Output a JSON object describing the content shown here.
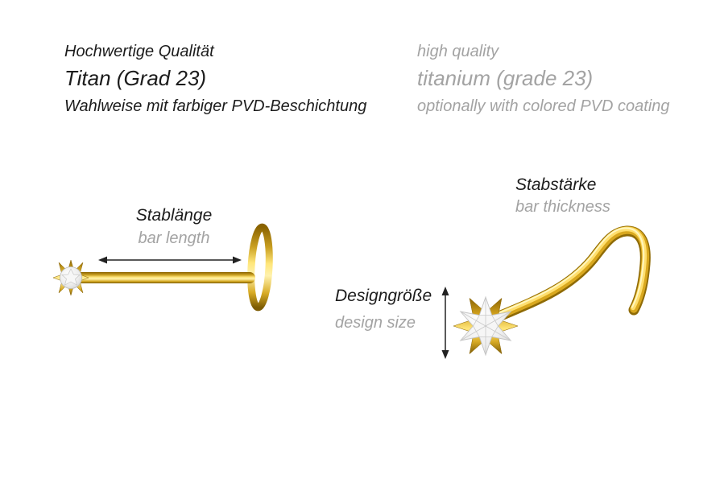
{
  "header": {
    "german": {
      "quality": "Hochwertige Qualität",
      "material": "Titan (Grad 23)",
      "coating": "Wahlweise mit farbiger PVD-Beschichtung"
    },
    "english": {
      "quality": "high quality",
      "material": "titanium (grade 23)",
      "coating": "optionally with colored PVD coating"
    }
  },
  "diagram_left": {
    "label_de": "Stablänge",
    "label_en": "bar length"
  },
  "diagram_right": {
    "thickness_de": "Stabstärke",
    "thickness_en": "bar thickness",
    "size_de": "Designgröße",
    "size_en": "design size"
  },
  "colors": {
    "text_primary": "#1c1c1c",
    "text_secondary": "#a3a3a3",
    "gold": "#d4a017",
    "gold_highlight": "#ffe67a",
    "crystal": "#e9e9e9",
    "background": "#ffffff"
  }
}
